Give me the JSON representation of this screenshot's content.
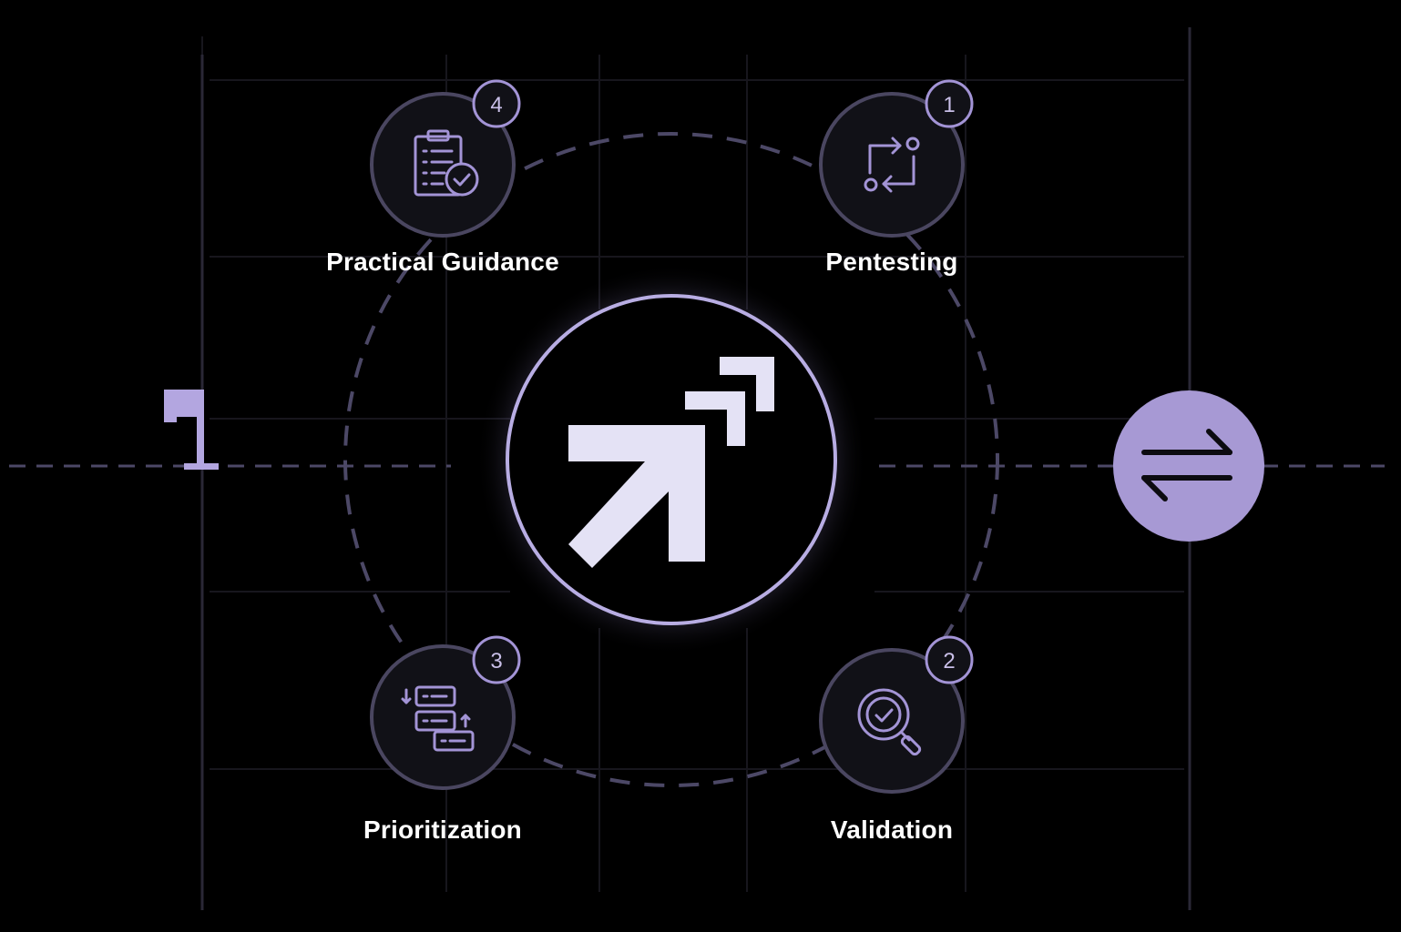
{
  "diagram": {
    "center": {
      "name": "Upward arrows logo",
      "icon": "double-arrow-up-right-icon"
    },
    "steps": [
      {
        "number": "1",
        "label": "Pentesting",
        "icon": "workflow-arrows-icon"
      },
      {
        "number": "2",
        "label": "Validation",
        "icon": "magnifier-check-icon"
      },
      {
        "number": "3",
        "label": "Prioritization",
        "icon": "sorted-list-icon"
      },
      {
        "number": "4",
        "label": "Practical Guidance",
        "icon": "clipboard-check-icon"
      }
    ],
    "left_marker_icon": "flag-icon",
    "right_action_icon": "swap-arrows-icon"
  },
  "colors": {
    "background": "#000000",
    "grid": "#17161d",
    "dashed_ring": "#4c4866",
    "node_fill": "#111117",
    "node_stroke": "#4a4660",
    "accent": "#a799d4",
    "icon": "#a394d6",
    "logo": "#e4e2f5",
    "label": "#ffffff"
  }
}
